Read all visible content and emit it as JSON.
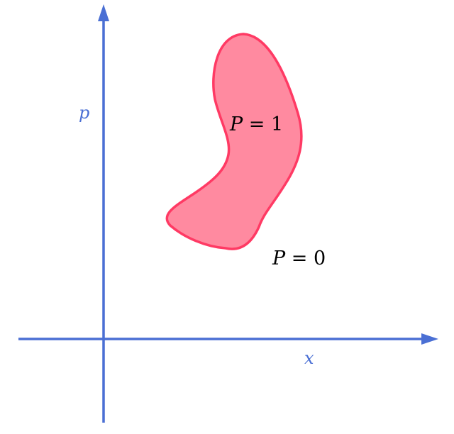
{
  "colors": {
    "axis": "#4a6fd4",
    "region_fill": "#ff8aa0",
    "region_stroke": "#ff3a64",
    "text": "#000000"
  },
  "axes": {
    "x_label": "x",
    "y_label": "p"
  },
  "region": {
    "label_var": "P",
    "label_eq": " = ",
    "inside_value": "1",
    "outside_value": "0"
  }
}
